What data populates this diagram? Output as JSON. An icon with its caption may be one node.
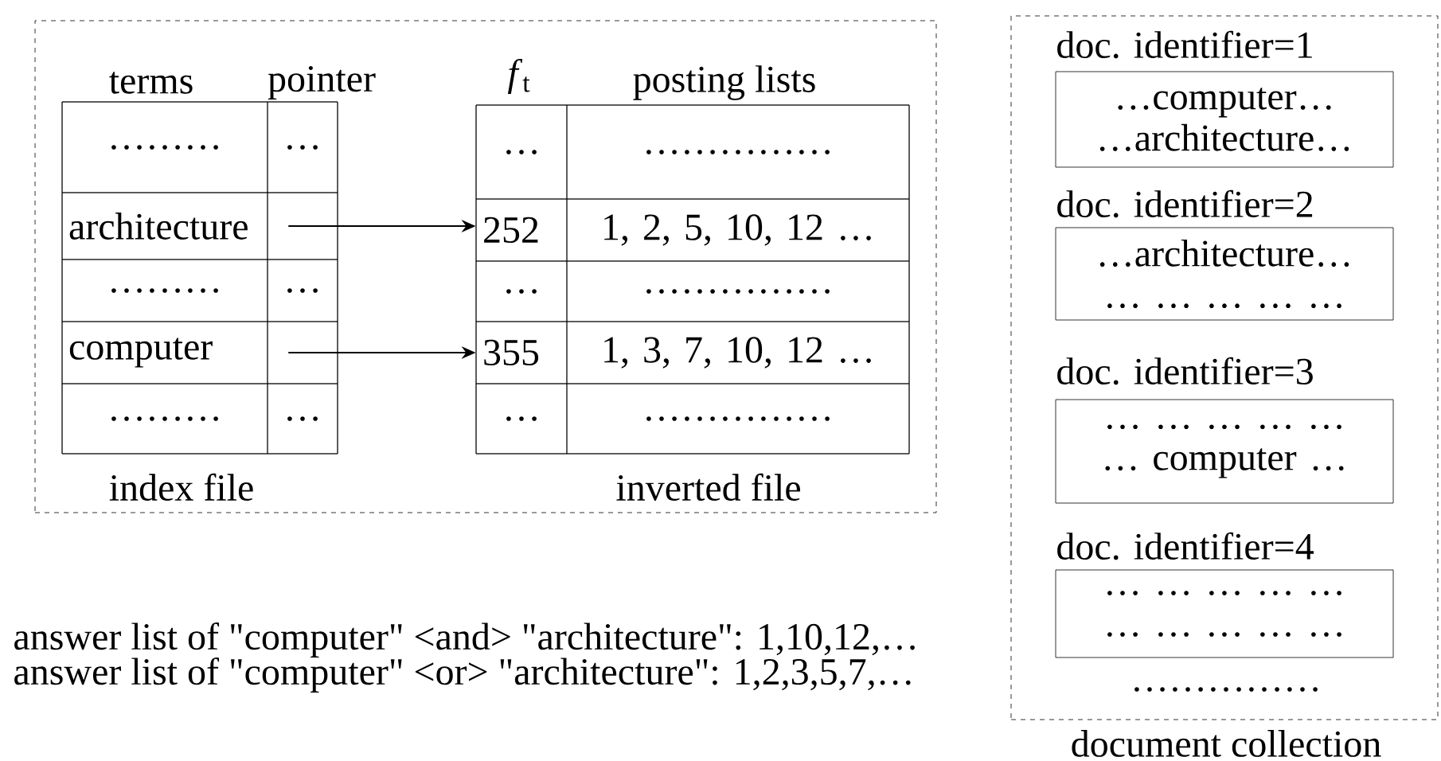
{
  "diagram": {
    "nodes": [
      {
        "text": [],
        "shape": "box"
      },
      {
        "text": [],
        "shape": "box",
        "in": 0,
        "beside": [
          "terms",
          "pointer",
          "index file"
        ]
      },
      {
        "text": [
          "………"
        ],
        "in": 1
      },
      {
        "text": [
          "…"
        ],
        "in": 1
      },
      {
        "text": [
          "architecture"
        ],
        "in": 1
      },
      {
        "text": [],
        "shape": "box",
        "in": 1
      },
      {
        "text": [
          "………"
        ],
        "in": 1
      },
      {
        "text": [
          "…"
        ],
        "in": 1
      },
      {
        "text": [
          "computer"
        ],
        "in": 1
      },
      {
        "text": [],
        "shape": "box",
        "in": 1
      },
      {
        "text": [
          "………"
        ],
        "in": 1
      },
      {
        "text": [
          "…"
        ],
        "in": 1
      },
      {
        "text": [],
        "shape": "box",
        "in": 0,
        "beside": [
          "*f*$_{t}$",
          "posting lists",
          "inverted file"
        ]
      },
      {
        "text": [
          "…"
        ],
        "in": 12
      },
      {
        "text": [
          "……………"
        ],
        "in": 12
      },
      {
        "text": [
          "252"
        ],
        "in": 12
      },
      {
        "text": [
          "1, 2, 5, 10, 12 …"
        ],
        "in": 12
      },
      {
        "text": [
          "…"
        ],
        "in": 12
      },
      {
        "text": [
          "……………"
        ],
        "in": 12
      },
      {
        "text": [
          "355"
        ],
        "in": 12
      },
      {
        "text": [
          "1, 3, 7, 10, 12 …"
        ],
        "in": 12
      },
      {
        "text": [
          "…"
        ],
        "in": 12
      },
      {
        "text": [
          "……………"
        ],
        "in": 12
      },
      {
        "text": [],
        "shape": "box",
        "beside": [
          "document collection"
        ]
      },
      {
        "text": [
          "doc. identifier=1",
          "…computer… …architecture…"
        ],
        "in": 23
      },
      {
        "text": [
          "doc. identifier=2",
          "…architecture… … … … … …"
        ],
        "in": 23
      },
      {
        "text": [
          "doc. identifier=3",
          "… … … … … … computer …"
        ],
        "in": 23
      },
      {
        "text": [
          "doc. identifier=4",
          "… … … … … … … … … …"
        ],
        "in": 23
      }
    ],
    "edges": [
      {
        "from": 5,
        "to": 15,
        "arrow": "to"
      },
      {
        "from": 9,
        "to": 19,
        "arrow": "to"
      }
    ],
    "labels": [
      "……………",
      "answer list of \"computer\" <and> \"architecture\": 1,10,12,…",
      "answer list of \"computer\" <or>  \"architecture\": 1,2,3,5,7,…"
    ]
  }
}
